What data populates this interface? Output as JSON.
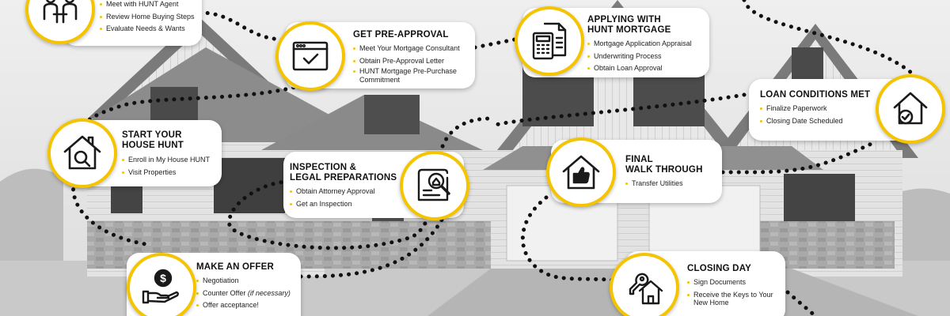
{
  "steps": {
    "meet_agent": {
      "title": "",
      "items": [
        "Meet with HUNT Agent",
        "Review Home Buying Steps",
        "Evaluate Needs & Wants"
      ],
      "icon": "people-meeting-icon"
    },
    "pre_approval": {
      "title": "GET PRE-APPROVAL",
      "items": [
        "Meet Your Mortgage Consultant",
        "Obtain Pre-Approval Letter",
        "HUNT Mortgage Pre-Purchase Commitment"
      ],
      "icon": "browser-checkmark-icon"
    },
    "applying": {
      "title_line1": "APPLYING WITH",
      "title_line2": "HUNT MORTGAGE",
      "items": [
        "Mortgage Application Appraisal",
        "Underwriting Process",
        "Obtain Loan Approval"
      ],
      "icon": "calculator-documents-icon"
    },
    "loan_conditions": {
      "title": "LOAN CONDITIONS MET",
      "items": [
        "Finalize Paperwork",
        "Closing Date Scheduled"
      ],
      "icon": "house-checkmark-icon"
    },
    "house_hunt": {
      "title_line1": "START YOUR",
      "title_line2": "HOUSE HUNT",
      "items": [
        "Enroll in My House HUNT",
        "Visit Properties"
      ],
      "icon": "house-search-icon"
    },
    "inspection": {
      "title_line1": "INSPECTION &",
      "title_line2": "LEGAL PREPARATIONS",
      "items": [
        "Obtain Attorney Approval",
        "Get an Inspection"
      ],
      "icon": "blueprint-magnifier-icon"
    },
    "walk_through": {
      "title_line1": "FINAL",
      "title_line2": "WALK THROUGH",
      "items": [
        "Transfer Utilities"
      ],
      "icon": "house-thumbs-up-icon"
    },
    "offer": {
      "title": "MAKE AN OFFER",
      "items": [
        "Negotiation",
        "Counter Offer",
        "Offer acceptance!"
      ],
      "counter_note": "(if necessary)",
      "icon": "hand-dollar-icon"
    },
    "closing": {
      "title": "CLOSING DAY",
      "items": [
        "Sign Documents",
        "Receive the Keys to Your New Home"
      ],
      "icon": "keys-house-icon"
    }
  },
  "colors": {
    "accent": "#f5c400",
    "card": "#ffffff",
    "path": "#111111",
    "icon": "#1a1a1a"
  }
}
